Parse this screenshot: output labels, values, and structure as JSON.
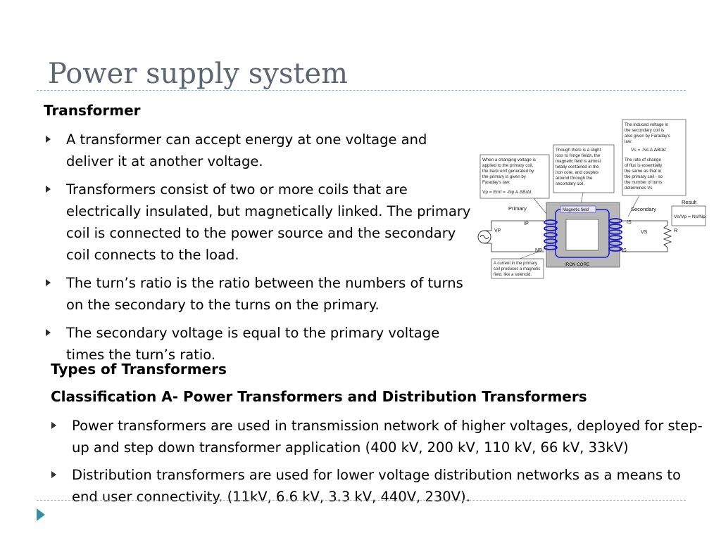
{
  "slide": {
    "title": "Power supply system",
    "section1": {
      "heading": "Transformer",
      "bullets": [
        "A transformer can accept energy at one voltage and deliver it at another voltage.",
        "Transformers consist of two or more coils that are electrically insulated, but magnetically linked. The primary coil is connected to the power source and the secondary coil connects to the load.",
        "The turn’s ratio is the ratio between the numbers of turns on the secondary to the turns on the primary.",
        "The secondary voltage is equal to the primary voltage times the turn’s ratio."
      ]
    },
    "section2": {
      "heading": "Types of Transformers",
      "subheading": "Classification A- Power Transformers and Distribution Transformers",
      "bullets": [
        "Power transformers are used in transmission network of higher voltages, deployed for step-up and step down transformer application (400 kV, 200 kV, 110 kV, 66 kV, 33kV)",
        "Distribution transformers are used for lower voltage distribution networks as a means to end user connectivity. (11kV, 6.6 kV, 3.3 kV, 440V, 230V)."
      ]
    }
  },
  "diagram": {
    "note_primary_lines": [
      "When a changing voltage is",
      "applied to the primary coil,",
      "the back emf generated by",
      "the primary is given by",
      "Faraday's law:"
    ],
    "note_primary_formula": "Vp = Emf = -Np A ΔB/Δt",
    "note_fringe_lines": [
      "Though there is a slight",
      "loss to fringe fields, the",
      "magnetic field is almost",
      "totally contained in the",
      "iron core, and couples",
      "around through the",
      "secondary coil."
    ],
    "note_secondary_lines": [
      "The induced voltage in",
      "the secondary coil is",
      "also given by Faraday's",
      "law:"
    ],
    "note_secondary_formula": "Vs = -Ns A ΔB/Δt",
    "note_ratio_lines": [
      "The rate of change",
      "of flux is essentially",
      "the same as that in",
      "the primary coil - so",
      "the number of turns",
      "determines Vs"
    ],
    "label_primary": "Primary",
    "label_secondary": "Secondary",
    "label_magnetic_field": "Magnetic field",
    "label_iron_core": "IRON CORE",
    "label_result": "Result",
    "result_formula": "Vs/Vp = Ns/Np",
    "label_ip": "IP",
    "label_is": "IS",
    "label_vp": "VP",
    "label_vs": "VS",
    "label_np": "NP",
    "label_ns": "NS",
    "label_r": "R",
    "note_bottom_lines": [
      "A current in the primary",
      "coil produces a magnetic",
      "field, like a solenoid."
    ],
    "colors": {
      "title": "#5a6673",
      "divider": "#8fb3b6",
      "corner_marker": "#3a8ea0",
      "coil": "#1a1acc",
      "core": "#b8b8b8"
    }
  }
}
